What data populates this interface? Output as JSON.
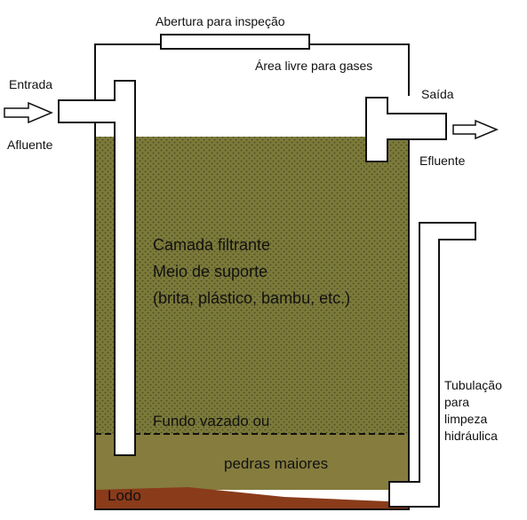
{
  "labels": {
    "inspection": "Abertura para inspeção",
    "gas_space": "Área livre para gases",
    "inlet": "Entrada",
    "influent": "Afluente",
    "outlet": "Saída",
    "effluent": "Efluente",
    "filter_line1": "Camada filtrante",
    "filter_line2": "Meio de suporte",
    "filter_line3": "(brita, plástico, bambu, etc.)",
    "false_bottom": "Fundo vazado ou",
    "big_stones": "pedras maiores",
    "sludge": "Lodo",
    "cleaning_line1": "Tubulação",
    "cleaning_line2": "para",
    "cleaning_line3": "limpeza",
    "cleaning_line4": "hidráulica"
  },
  "colors": {
    "filter_media": "#7b7a3a",
    "filter_dots": "#4c4a22",
    "bottom_layer": "#857c3e",
    "sludge": "#8a3b1a",
    "outline": "#111111",
    "pipe_fill": "#ffffff"
  }
}
